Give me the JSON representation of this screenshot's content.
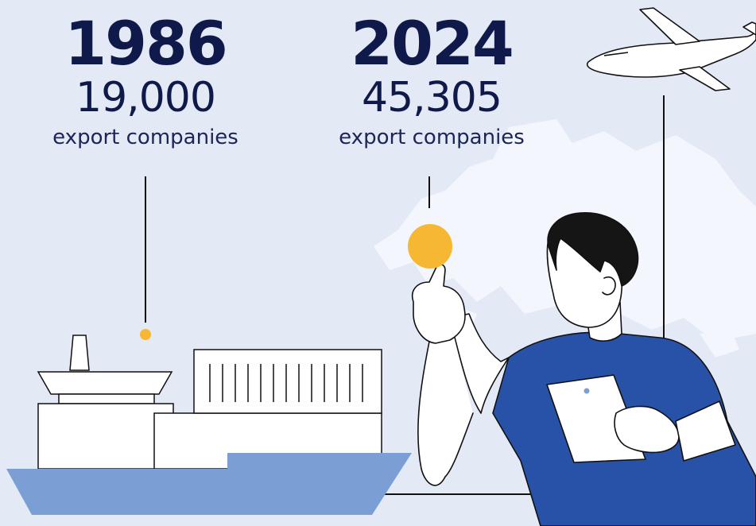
{
  "stats": [
    {
      "year": "1986",
      "count": "19,000",
      "unit": "export companies"
    },
    {
      "year": "2024",
      "count": "45,305",
      "unit": "export companies"
    }
  ],
  "colors": {
    "background": "#e4e9f6",
    "text": "#0f1a4a",
    "accent_dot": "#f6b833",
    "shirt": "#2852a8",
    "hull": "#7b9fd5"
  },
  "icons": [
    "airplane-icon",
    "cargo-ship-icon",
    "person-with-tablet-icon",
    "world-map-shape"
  ]
}
